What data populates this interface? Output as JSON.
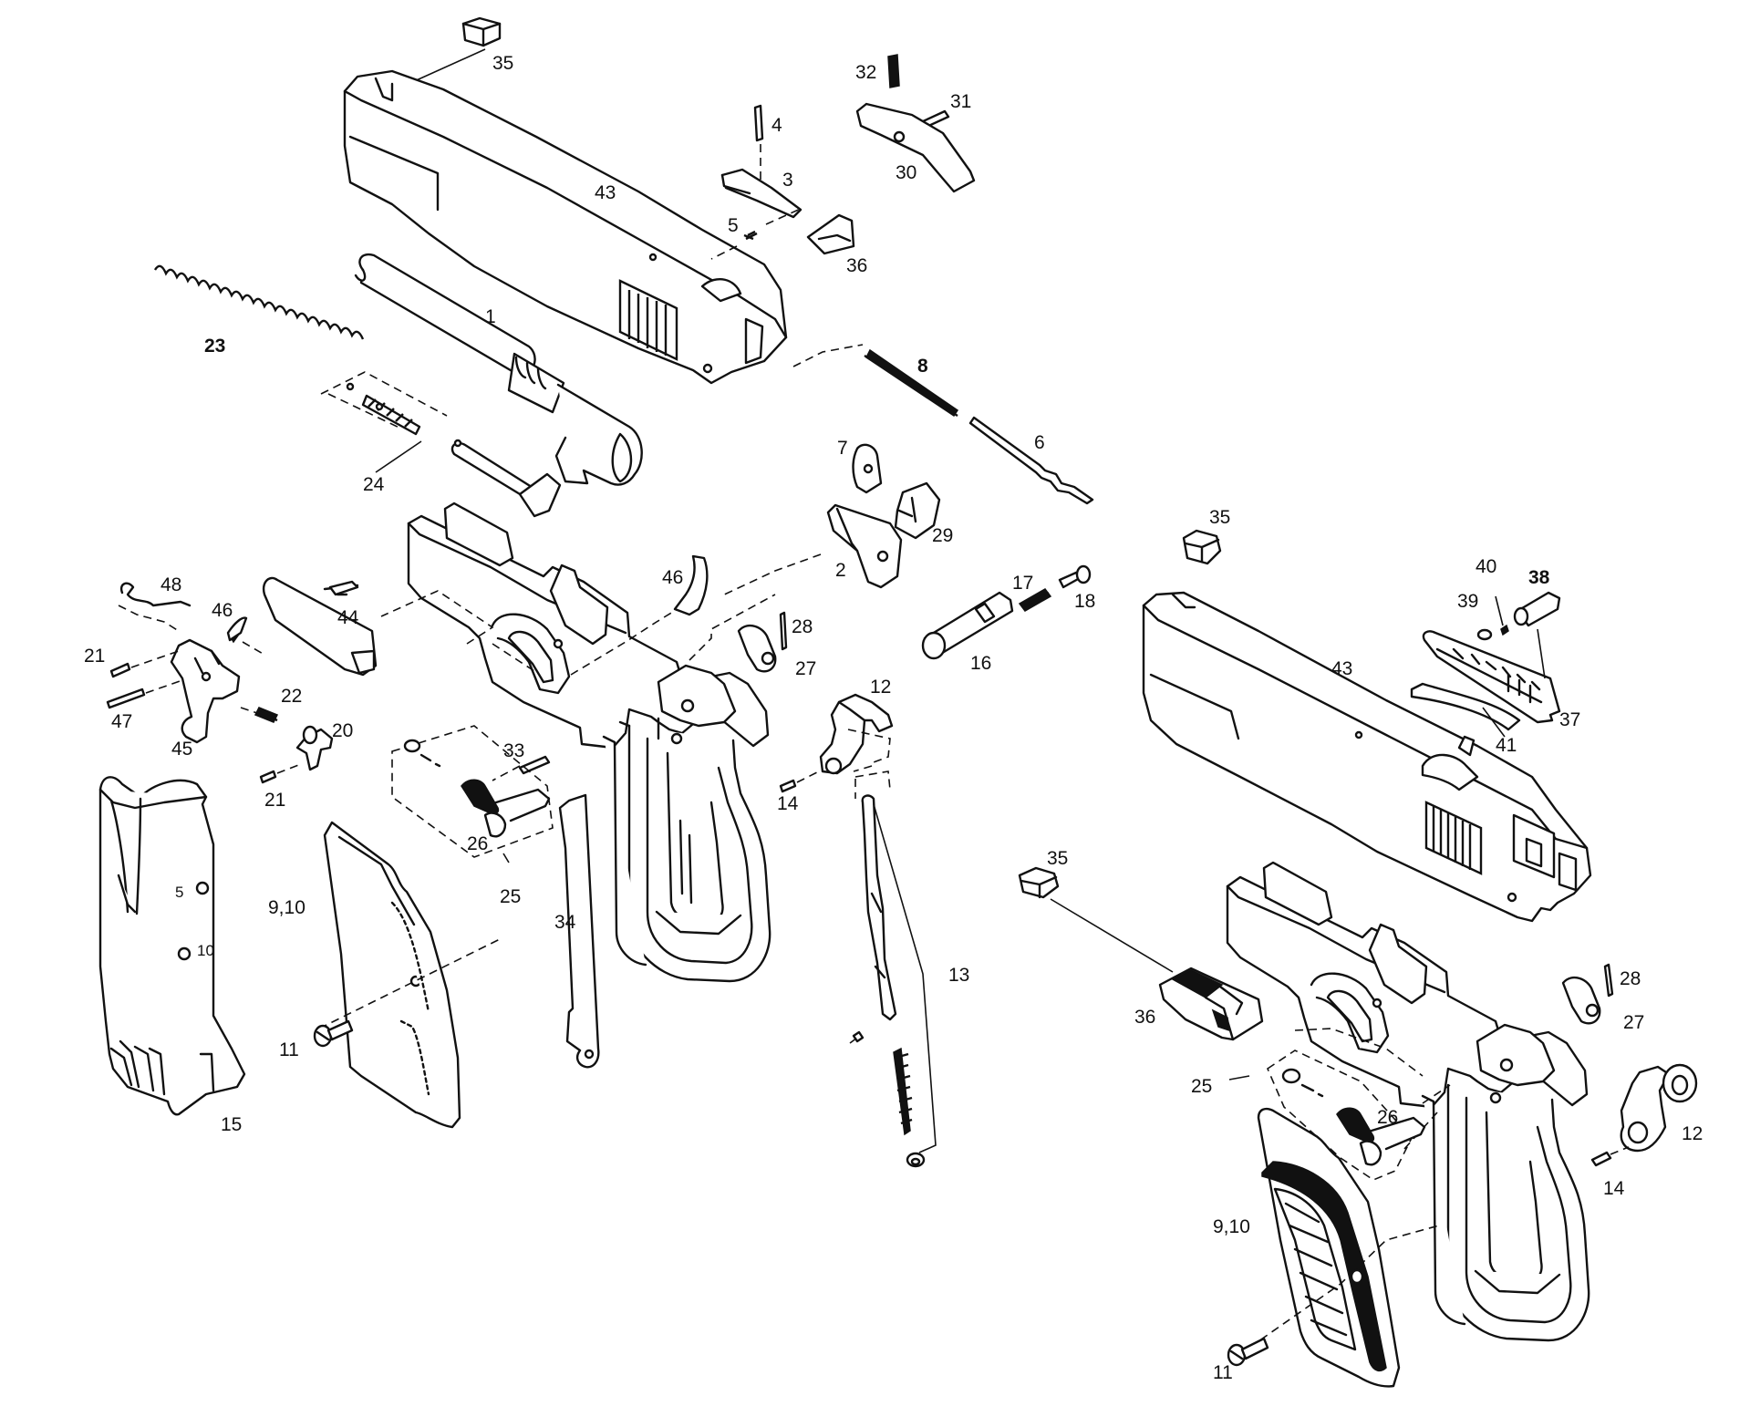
{
  "callouts": {
    "c1": "1",
    "c2": "2",
    "c3": "3",
    "c4": "4",
    "c5": "5",
    "c6": "6",
    "c7": "7",
    "c8": "8",
    "c9_10_a": "9,10",
    "c9_10_b": "9,10",
    "c11_a": "11",
    "c11_b": "11",
    "c12_a": "12",
    "c12_b": "12",
    "c13": "13",
    "c14_a": "14",
    "c14_b": "14",
    "c15": "15",
    "c16": "16",
    "c17": "17",
    "c18": "18",
    "c20": "20",
    "c21_a": "21",
    "c21_b": "21",
    "c22": "22",
    "c23": "23",
    "c24": "24",
    "c25_a": "25",
    "c25_b": "25",
    "c26_a": "26",
    "c26_b": "26",
    "c27_a": "27",
    "c27_b": "27",
    "c28_a": "28",
    "c28_b": "28",
    "c29": "29",
    "c30": "30",
    "c31": "31",
    "c32": "32",
    "c33": "33",
    "c34": "34",
    "c35_a": "35",
    "c35_b": "35",
    "c35_c": "35",
    "c36_a": "36",
    "c36_b": "36",
    "c37": "37",
    "c38": "38",
    "c39": "39",
    "c40": "40",
    "c41": "41",
    "c43_a": "43",
    "c43_b": "43",
    "c44": "44",
    "c45": "45",
    "c46_a": "46",
    "c46_b": "46",
    "c47": "47",
    "c48": "48"
  },
  "magazine_marks": {
    "m5": "5",
    "m10": "10"
  },
  "colors": {
    "line": "#111111",
    "background": "#ffffff"
  }
}
